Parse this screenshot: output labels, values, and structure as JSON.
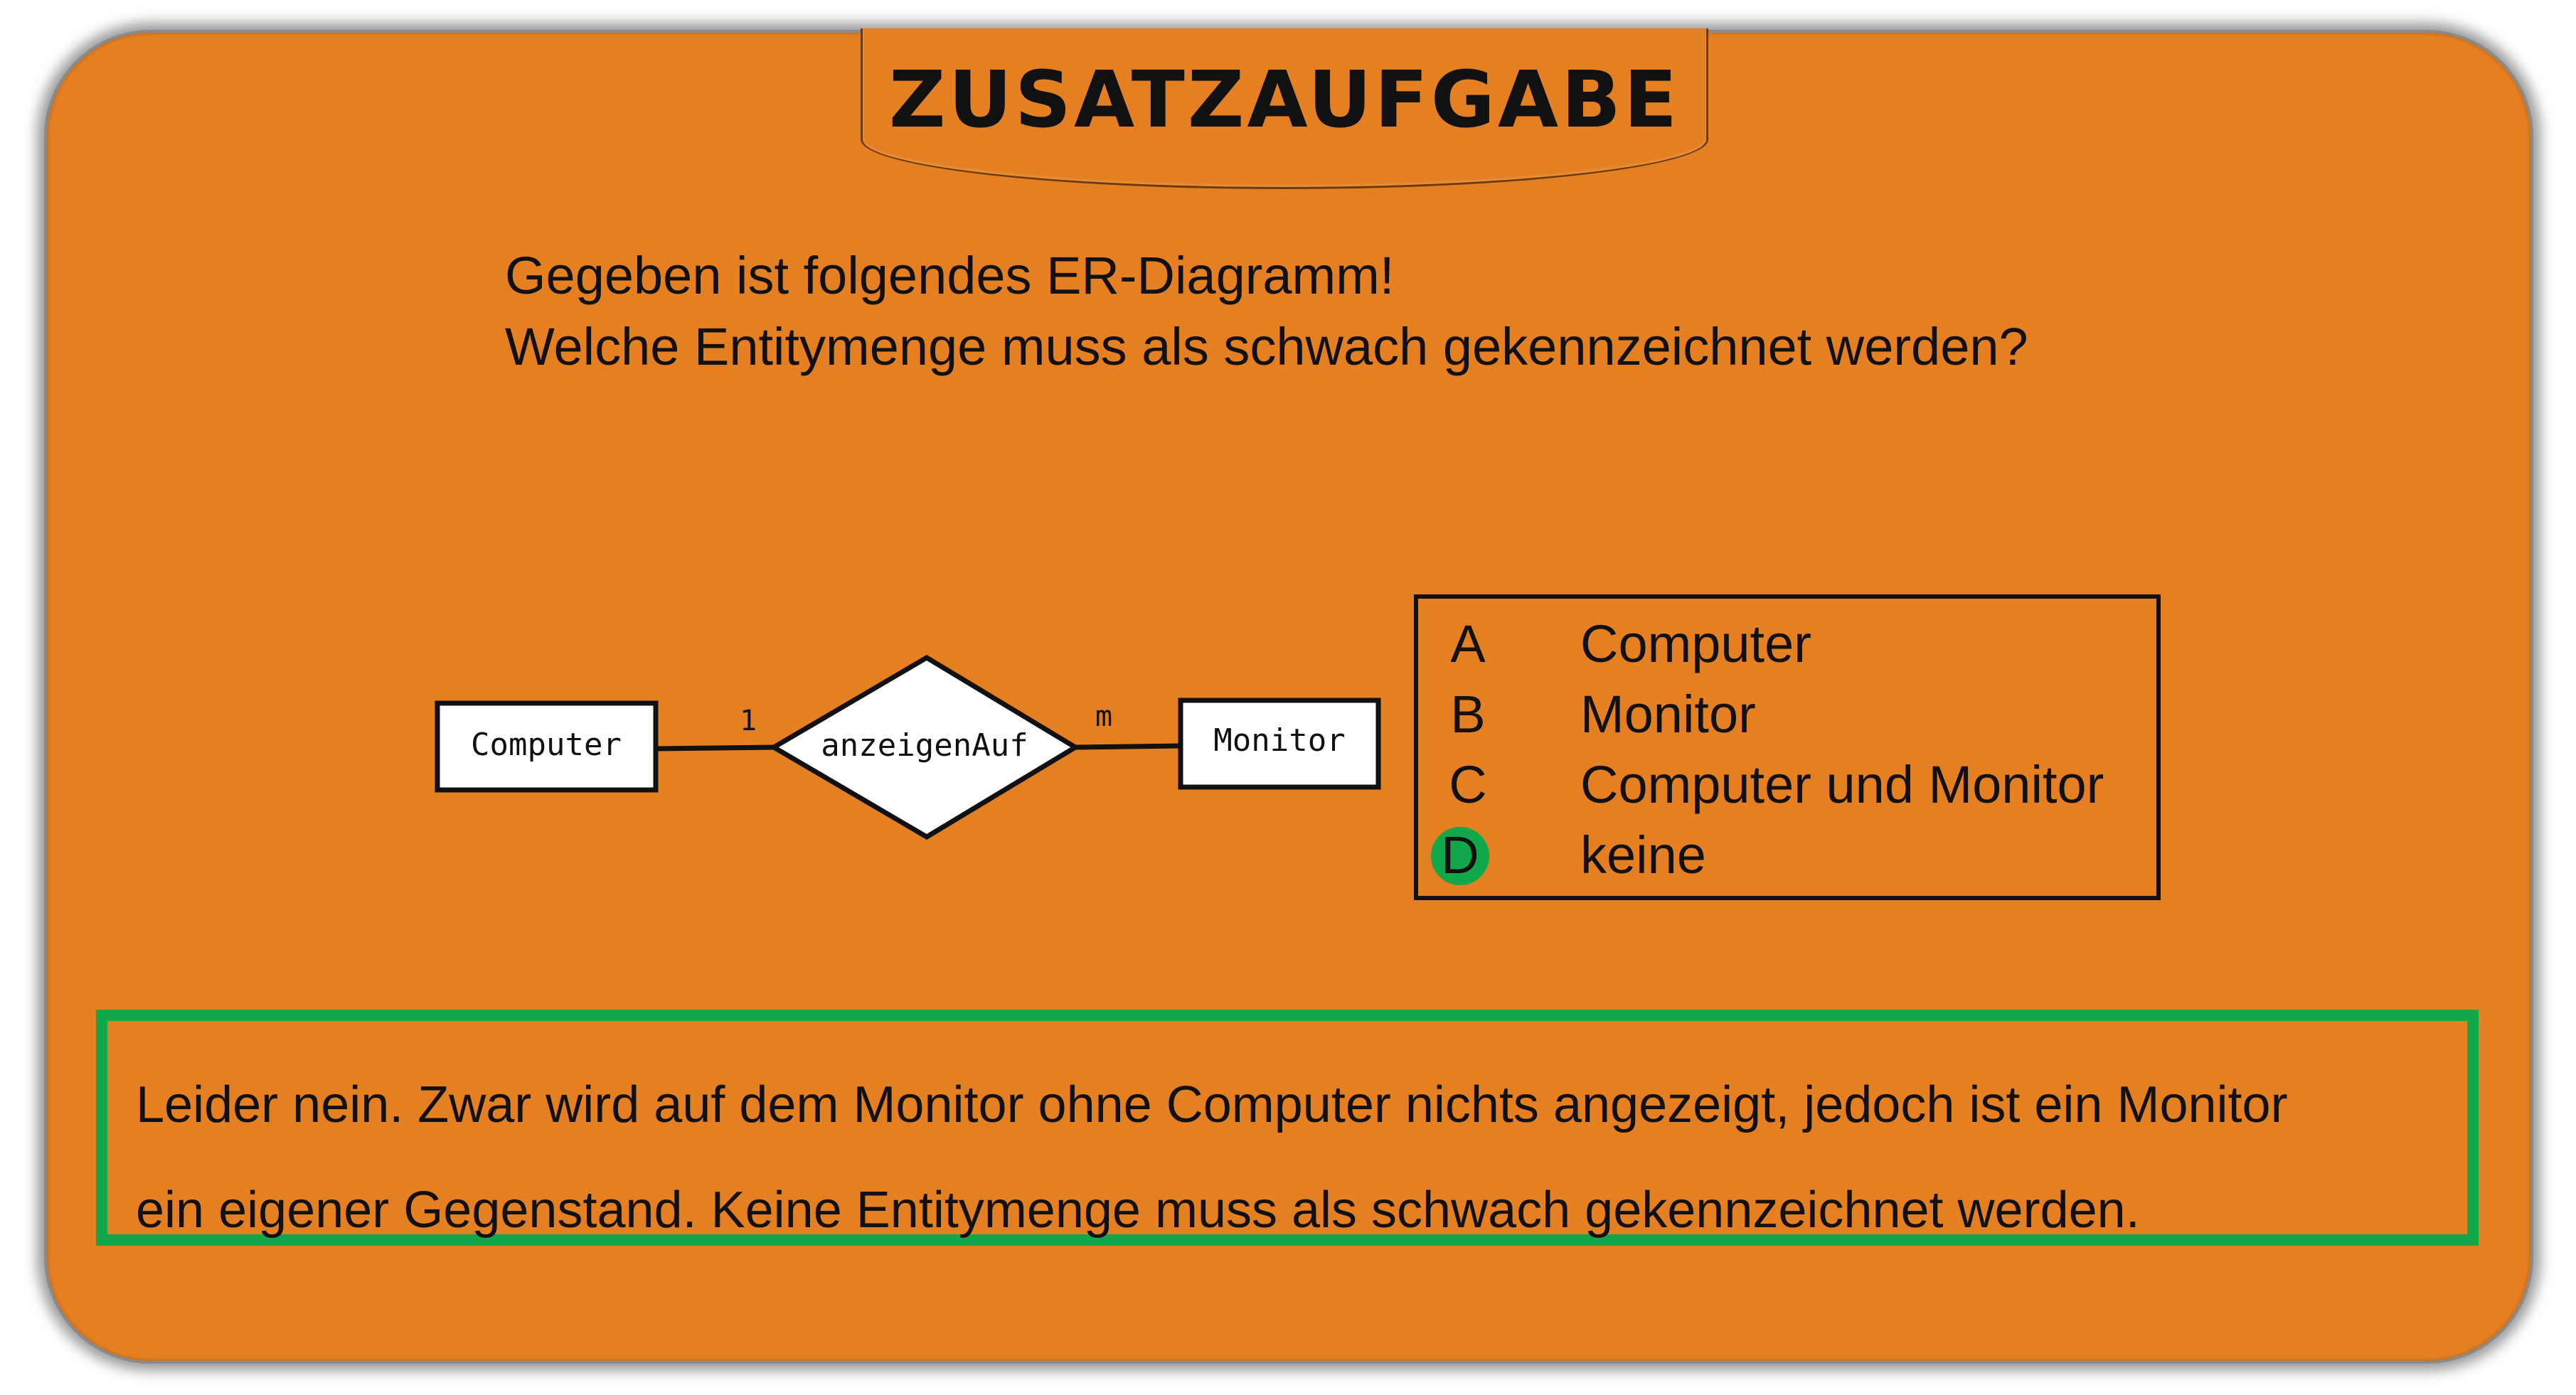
{
  "title": "ZUSATZAUFGABE",
  "question": {
    "line1": "Gegeben ist folgendes ER-Diagramm!",
    "line2": "Welche Entitymenge muss als schwach gekennzeichnet werden?"
  },
  "diagram": {
    "entity_left": "Computer",
    "relationship": "anzeigenAuf",
    "entity_right": "Monitor",
    "cardinality_left": "1",
    "cardinality_right": "m"
  },
  "answers": [
    {
      "letter": "A",
      "text": "Computer",
      "selected": false
    },
    {
      "letter": "B",
      "text": "Monitor",
      "selected": false
    },
    {
      "letter": "C",
      "text": "Computer und Monitor",
      "selected": false
    },
    {
      "letter": "D",
      "text": "keine",
      "selected": true
    }
  ],
  "feedback": {
    "line1": "Leider nein. Zwar wird auf dem Monitor ohne Computer nichts angezeigt, jedoch ist ein Monitor",
    "line2": "ein eigener Gegenstand. Keine Entitymenge muss als schwach gekennzeichnet werden."
  },
  "colors": {
    "background": "#e47f22",
    "correct": "#10a84a",
    "text": "#111111"
  }
}
